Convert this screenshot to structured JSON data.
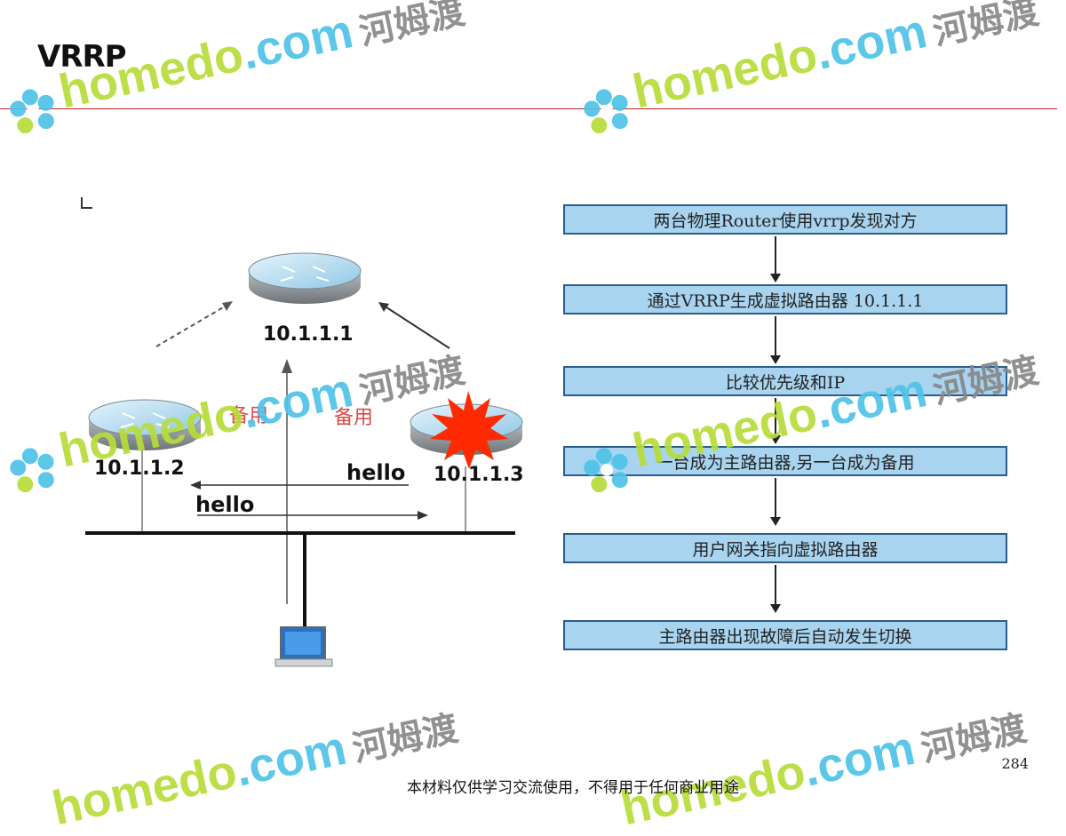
{
  "slide": {
    "title": "VRRP",
    "page_number": "284",
    "footer": "本材料仅供学习交流使用，不得用于任何商业用途"
  },
  "watermark": {
    "part1": "home",
    "part2": "do",
    "part3": ".com",
    "chinese": "河姆渡",
    "colors": {
      "green": "#b7dd3a",
      "blue": "#4fc3e8"
    }
  },
  "diagram": {
    "virtual_router_ip": "10.1.1.1",
    "router_left_ip": "10.1.1.2",
    "router_right_ip": "10.1.1.3",
    "label_left_red": "备用",
    "label_right_red": "备用",
    "hello_top": "hello",
    "hello_bottom": "hello"
  },
  "flowchart": {
    "steps": [
      "两台物理Router使用vrrp发现对方",
      "通过VRRP生成虚拟路由器 10.1.1.1",
      "比较优先级和IP",
      "一台成为主路由器,另一台成为备用",
      "用户网关指向虚拟路由器",
      "主路由器出现故障后自动发生切换"
    ]
  },
  "colors": {
    "box_fill": "#a8d4f0",
    "box_border": "#2a5d8a",
    "rule": "#cc2222",
    "burst": "#ff2a00"
  }
}
